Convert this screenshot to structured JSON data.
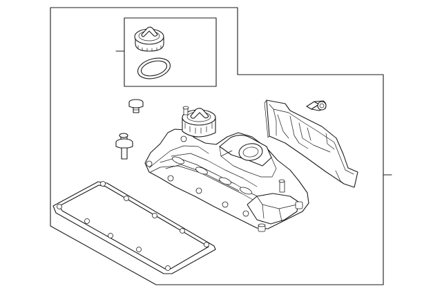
{
  "diagram": {
    "parts": [
      {
        "name": "oil-filler-cap"
      },
      {
        "name": "filler-cap-seal"
      },
      {
        "name": "valve-cover"
      },
      {
        "name": "valve-cover-gasket"
      },
      {
        "name": "heat-shield"
      },
      {
        "name": "mounting-bolt"
      },
      {
        "name": "stud"
      },
      {
        "name": "bolt"
      }
    ]
  }
}
